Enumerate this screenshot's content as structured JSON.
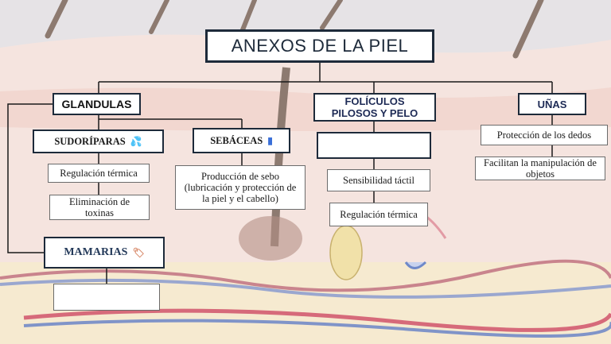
{
  "title": "ANEXOS DE LA PIEL",
  "glandulas": {
    "label": "GLANDULAS",
    "sudoriparas": {
      "label": "SUDORÍPARAS",
      "icon": "droplets-icon",
      "items": [
        "Regulación térmica",
        "Eliminación de toxinas"
      ]
    },
    "sebaceas": {
      "label": "SEBÁCEAS",
      "icon": "bottle-icon",
      "items": [
        "Producción de sebo (lubricación y protección de la piel y el cabello)"
      ]
    },
    "mamarias": {
      "label": "MAMARIAS",
      "icon": "tag-icon",
      "items": [
        ""
      ]
    }
  },
  "foliculos": {
    "label": "FOLÍCULOS PILOSOS Y PELO",
    "placeholder": "",
    "items": [
      "Sensibilidad táctil",
      "Regulación térmica"
    ]
  },
  "unas": {
    "label": "UÑAS",
    "items": [
      "Protección de los dedos",
      "Facilitan la manipulación de objetos"
    ]
  },
  "colors": {
    "border": "#1d2a3a",
    "line": "#1a1a1a",
    "background": "#f3ded9"
  }
}
